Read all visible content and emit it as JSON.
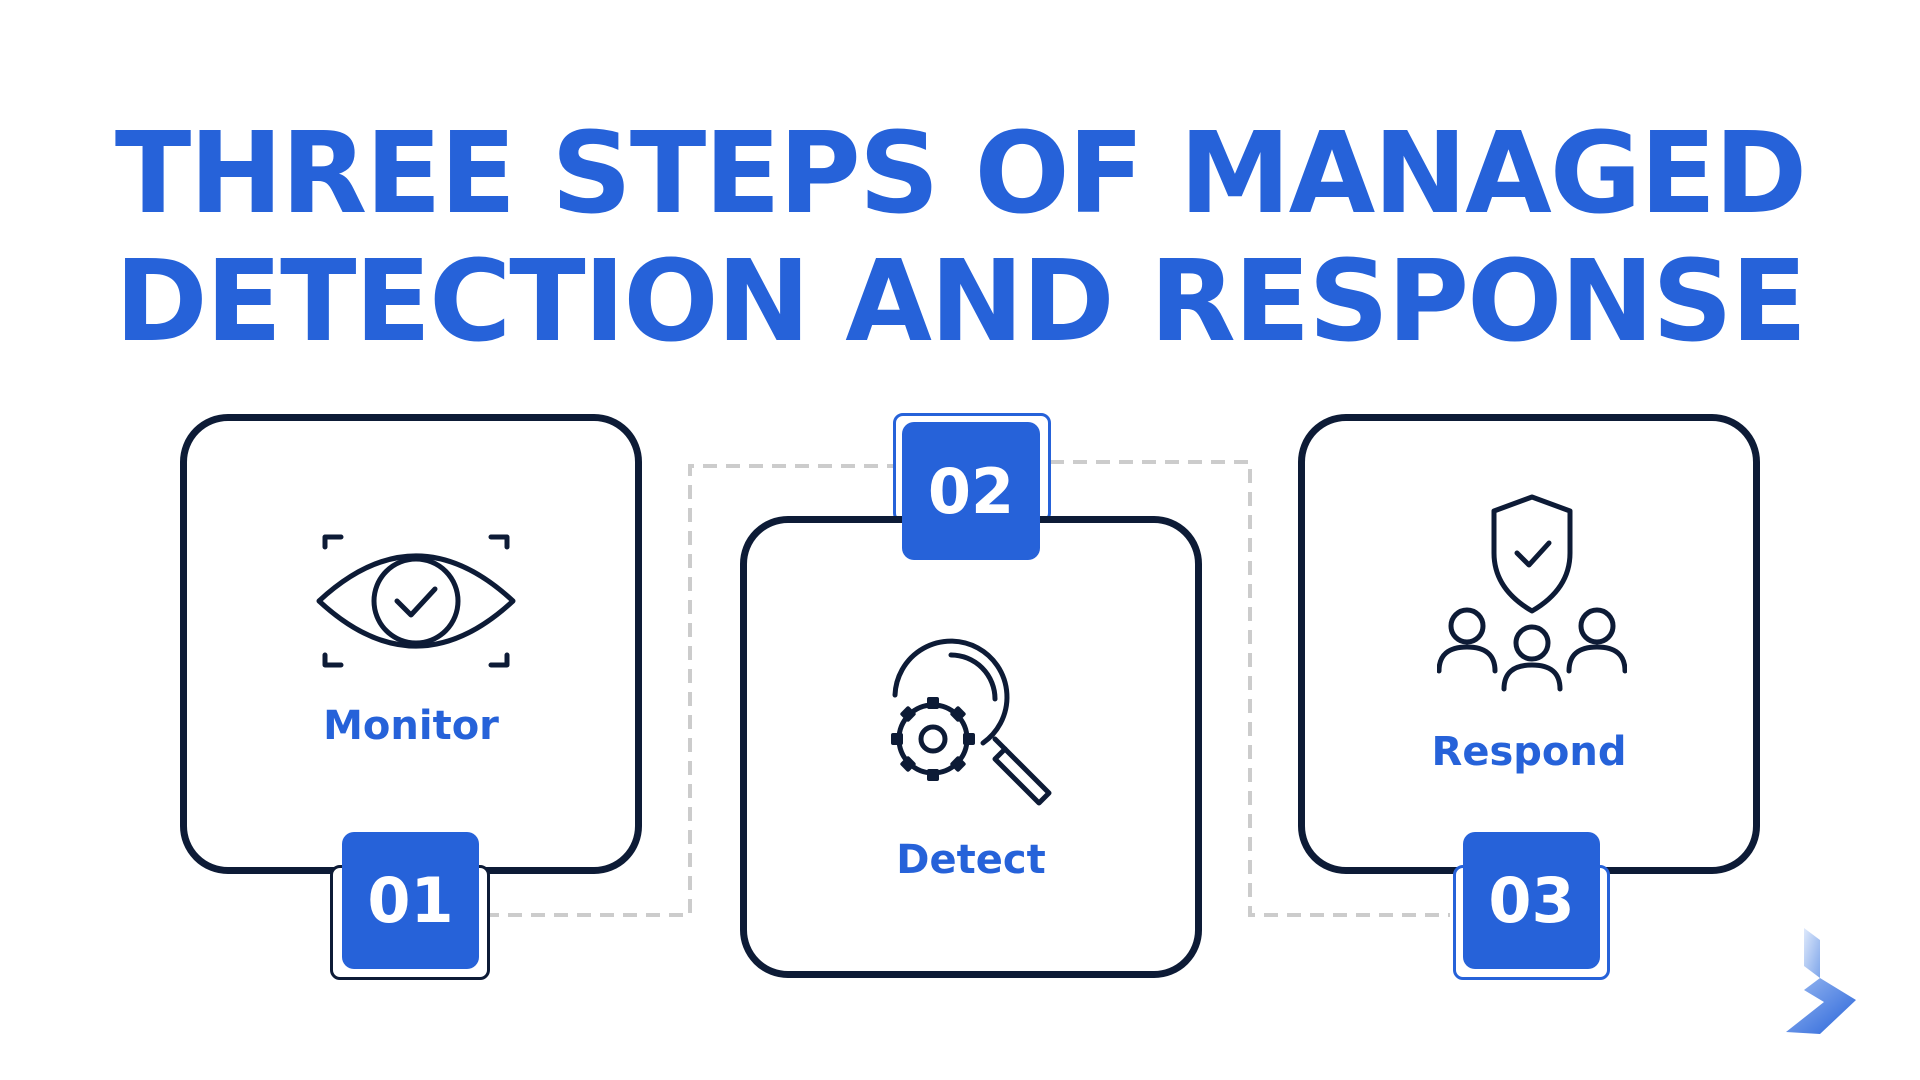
{
  "title": {
    "line1": "THREE STEPS OF MANAGED",
    "line2": "DETECTION AND RESPONSE"
  },
  "steps": [
    {
      "number": "01",
      "label": "Monitor",
      "icon": "eye-check-icon"
    },
    {
      "number": "02",
      "label": "Detect",
      "icon": "magnifier-gear-icon"
    },
    {
      "number": "03",
      "label": "Respond",
      "icon": "shield-team-icon"
    }
  ],
  "colors": {
    "accent": "#2662d9",
    "outline": "#0d1b36",
    "connector": "#cccccc",
    "background": "#ffffff"
  },
  "logo": {
    "icon": "brand-chevron-logo"
  }
}
